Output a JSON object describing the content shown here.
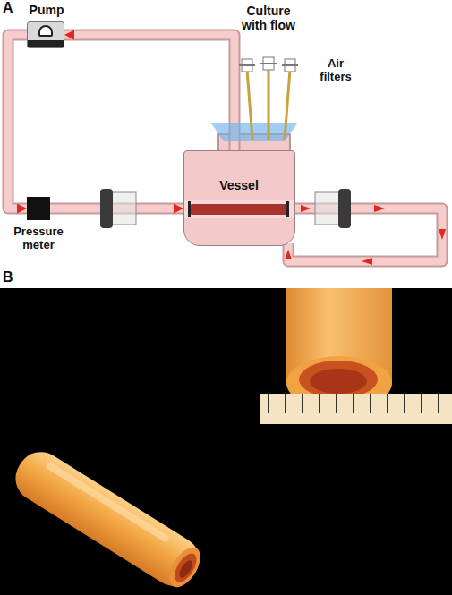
{
  "diagram": {
    "nodes": [
      {
        "text": [
          "Pump"
        ]
      },
      {
        "text": [
          "Pressure meter"
        ]
      },
      {
        "text": [
          "Vessel"
        ]
      }
    ],
    "edges": [
      {
        "from": 2,
        "to": 0,
        "arrow": "to"
      },
      {
        "from": 0,
        "to": 1,
        "arrow": "to"
      },
      {
        "from": 1,
        "to": 2,
        "arrow": "to"
      }
    ],
    "labels": [
      "A",
      "Culture with flow",
      "Air filters",
      "B"
    ]
  }
}
